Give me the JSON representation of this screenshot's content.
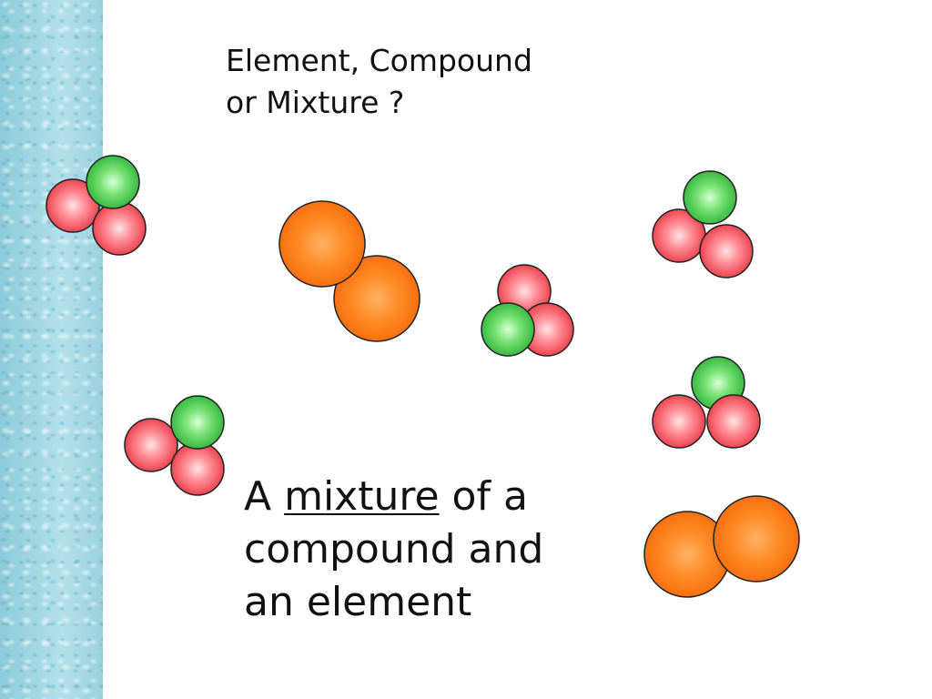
{
  "slide": {
    "title": "Element, Compound\nor Mixture ?",
    "answer": {
      "prefix": "A ",
      "keyword": "mixture",
      "line1_suffix": " of a",
      "line2": "compound and",
      "line3": "an element"
    }
  },
  "colors": {
    "red_atom": "#ef5561",
    "green_atom": "#49c64f",
    "orange_atom": "#ff7a1a",
    "outline": "#222222",
    "sidebar": "#9fd3df"
  },
  "molecules": {
    "compound_count": 5,
    "element_count": 2
  }
}
